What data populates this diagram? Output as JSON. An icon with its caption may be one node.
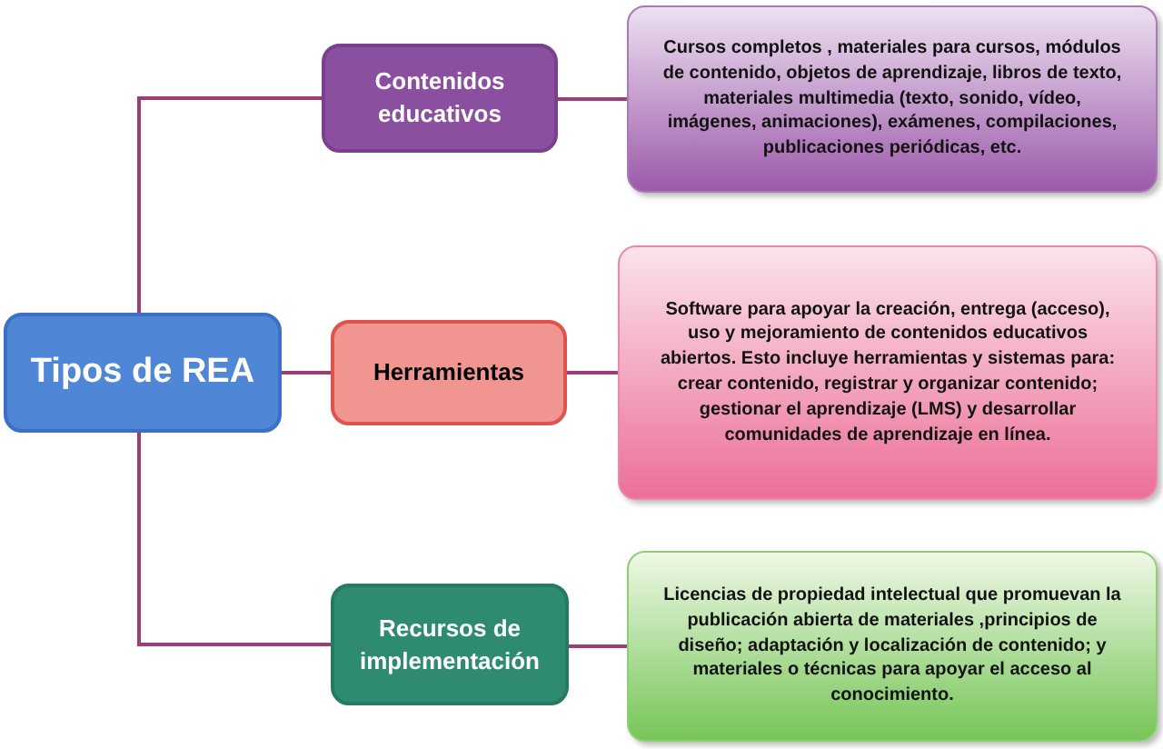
{
  "diagram": {
    "nodes": [
      {
        "text": [
          "Tipos de REA"
        ]
      },
      {
        "text": [
          "Contenidos educativos"
        ]
      },
      {
        "text": [
          "Herramientas"
        ]
      },
      {
        "text": [
          "Recursos de implementación"
        ]
      },
      {
        "text": [
          "Cursos completos , materiales para cursos, módulos de contenido, objetos de aprendizaje, libros de texto, materiales multimedia (texto, sonido, vídeo, imágenes, animaciones), exámenes, compilaciones, publicaciones periódicas, etc."
        ]
      },
      {
        "text": [
          "Software para apoyar la creación, entrega (acceso), uso y mejoramiento de contenidos educativos abiertos. Esto incluye herramientas y sistemas para: crear contenido, registrar y organizar contenido; gestionar el aprendizaje (LMS)  y desarrollar comunidades de aprendizaje en línea."
        ]
      },
      {
        "text": [
          "Licencias de propiedad intelectual que promuevan la publicación abierta de materiales ,principios de diseño; adaptación y localización de contenido; y materiales o técnicas para apoyar el acceso al conocimiento."
        ]
      }
    ],
    "edges": [
      {
        "from": 0,
        "to": 1,
        "arrow": "none"
      },
      {
        "from": 0,
        "to": 2,
        "arrow": "none"
      },
      {
        "from": 0,
        "to": 3,
        "arrow": "none"
      },
      {
        "from": 1,
        "to": 4,
        "arrow": "none"
      },
      {
        "from": 2,
        "to": 5,
        "arrow": "none"
      },
      {
        "from": 3,
        "to": 6,
        "arrow": "none"
      }
    ]
  }
}
